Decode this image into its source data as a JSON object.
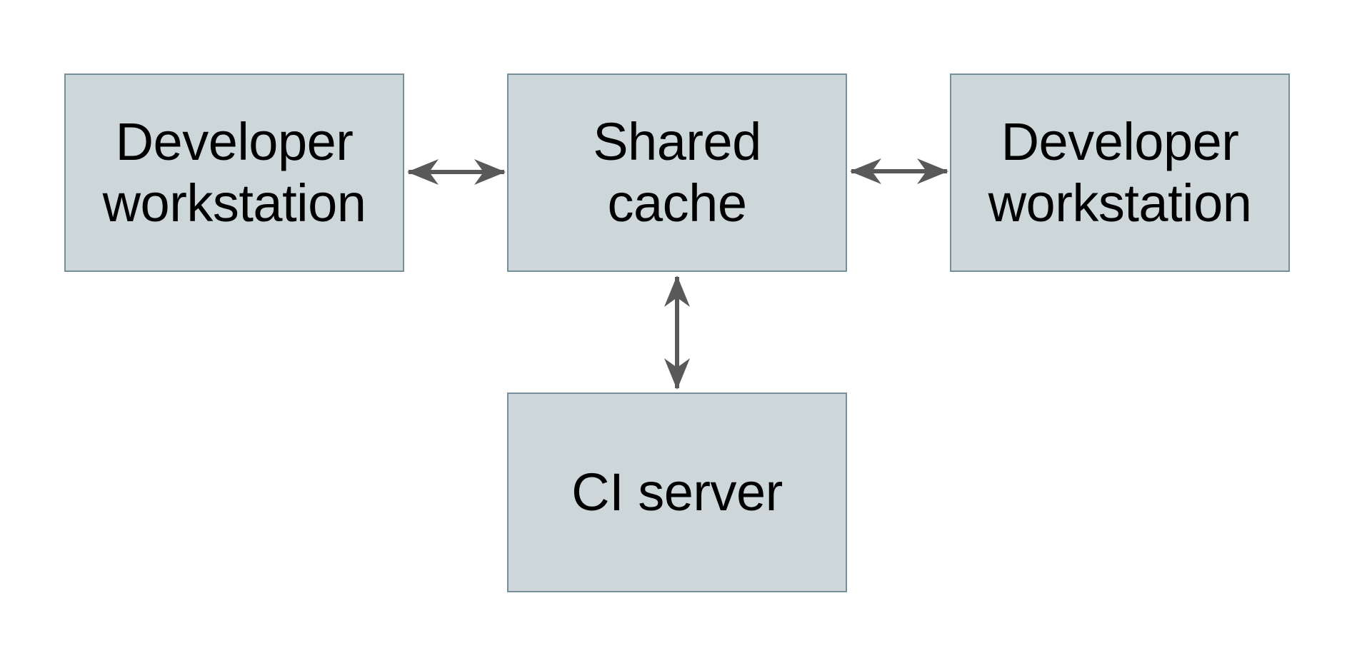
{
  "diagram": {
    "colors": {
      "background": "#ffffff",
      "box_fill": "#cdd7d9",
      "box_border": "#76909a",
      "arrow_color": "#595959",
      "text_color": "#000000"
    },
    "nodes": [
      {
        "id": "left-workstation",
        "label": "Developer workstation",
        "lines": [
          "Developer",
          "workstation"
        ]
      },
      {
        "id": "shared-cache",
        "label": "Shared cache",
        "lines": [
          "Shared",
          "cache"
        ]
      },
      {
        "id": "right-workstation",
        "label": "Developer workstation",
        "lines": [
          "Developer",
          "workstation"
        ]
      },
      {
        "id": "ci-server",
        "label": "CI server",
        "lines": [
          "CI server"
        ]
      }
    ],
    "edges": [
      {
        "from": "left-workstation",
        "to": "shared-cache",
        "type": "bidirectional"
      },
      {
        "from": "shared-cache",
        "to": "right-workstation",
        "type": "bidirectional"
      },
      {
        "from": "shared-cache",
        "to": "ci-server",
        "type": "bidirectional"
      }
    ]
  }
}
